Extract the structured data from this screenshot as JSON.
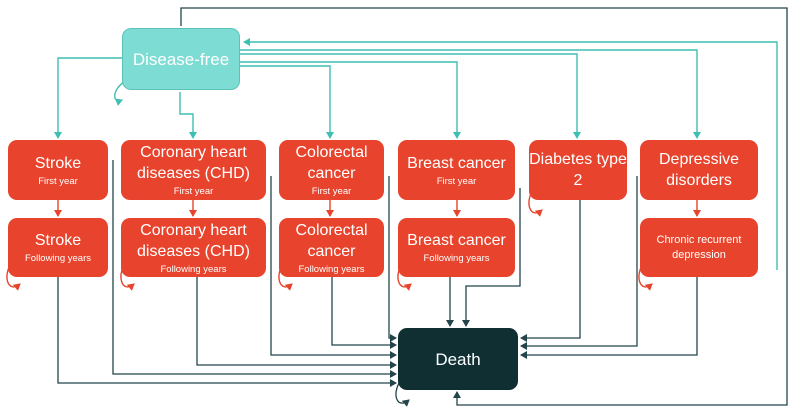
{
  "nodes": {
    "disease_free": {
      "label": "Disease-free"
    },
    "stroke_first": {
      "label": "Stroke",
      "sub": "First year"
    },
    "chd_first": {
      "label": "Coronary heart diseases (CHD)",
      "sub": "First year"
    },
    "crc_first": {
      "label": "Colorectal cancer",
      "sub": "First year"
    },
    "breast_first": {
      "label": "Breast cancer",
      "sub": "First year"
    },
    "diabetes": {
      "label": "Diabetes type 2"
    },
    "depressive": {
      "label": "Depressive disorders"
    },
    "stroke_follow": {
      "label": "Stroke",
      "sub": "Following years"
    },
    "chd_follow": {
      "label": "Coronary heart diseases (CHD)",
      "sub": "Following years"
    },
    "crc_follow": {
      "label": "Colorectal cancer",
      "sub": "Following years"
    },
    "breast_follow": {
      "label": "Breast cancer",
      "sub": "Following years"
    },
    "depression_chronic": {
      "label": "Chronic recurrent depression"
    },
    "death": {
      "label": "Death"
    }
  },
  "colors": {
    "disease_free_fill": "#7ddcd3",
    "state_fill": "#e8432c",
    "death_fill": "#0f2f33",
    "teal_arrow": "#3fbfb3",
    "dark_arrow": "#23454a",
    "orange_arrow": "#e8432c"
  }
}
